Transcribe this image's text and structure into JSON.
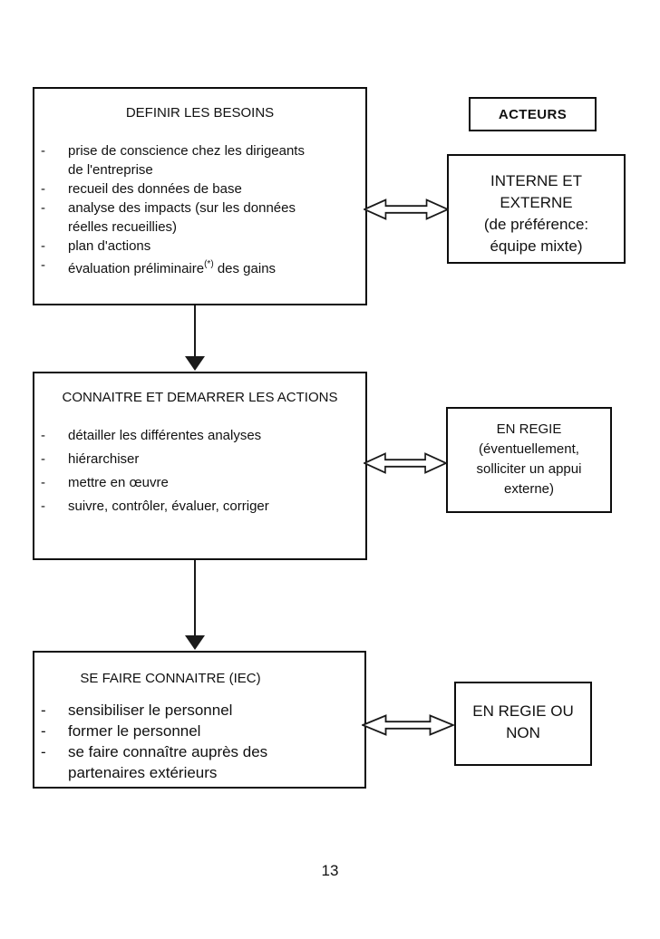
{
  "diagram": {
    "header": {
      "label": "ACTEURS"
    },
    "steps": [
      {
        "title": "DEFINIR LES BESOINS",
        "lines": [
          {
            "dash": "-",
            "text": "prise de conscience chez les dirigeants"
          },
          {
            "dash": "",
            "text": "de l'entreprise"
          },
          {
            "dash": "-",
            "text": "recueil des données de base"
          },
          {
            "dash": "-",
            "text": "analyse des impacts (sur les données"
          },
          {
            "dash": "",
            "text": "réelles recueillies)"
          },
          {
            "dash": "-",
            "text": "plan d'actions"
          },
          {
            "dash": "-",
            "pre": "évaluation préliminaire",
            "sup": "(*)",
            "post": " des gains"
          }
        ],
        "actor": {
          "lines": [
            "INTERNE ET",
            "EXTERNE",
            "(de préférence:",
            "équipe mixte)"
          ]
        }
      },
      {
        "title": "CONNAITRE ET DEMARRER LES ACTIONS",
        "lines": [
          {
            "dash": "-",
            "text": "détailler les différentes analyses"
          },
          {
            "dash": "-",
            "text": "hiérarchiser"
          },
          {
            "dash": "-",
            "text": "mettre en œuvre"
          },
          {
            "dash": "-",
            "text": "suivre, contrôler, évaluer, corriger"
          }
        ],
        "actor": {
          "lines": [
            "EN REGIE",
            "(éventuellement,",
            "solliciter un appui",
            "externe)"
          ]
        }
      },
      {
        "title": "SE FAIRE CONNAITRE (IEC)",
        "lines": [
          {
            "dash": "-",
            "text": "sensibiliser le personnel"
          },
          {
            "dash": "-",
            "text": "former le personnel"
          },
          {
            "dash": "-",
            "text": "se faire connaître auprès des"
          },
          {
            "dash": "",
            "text": "partenaires extérieurs"
          }
        ],
        "actor": {
          "lines": [
            "EN REGIE OU",
            "NON"
          ]
        }
      }
    ],
    "icons": {
      "step_connector": "down-arrow-icon",
      "actor_link": "double-headed-arrow-icon"
    },
    "colors": {
      "border": "#0d0d0d",
      "text": "#111111",
      "background": "#ffffff"
    },
    "footer": {
      "page_number": "13"
    }
  }
}
